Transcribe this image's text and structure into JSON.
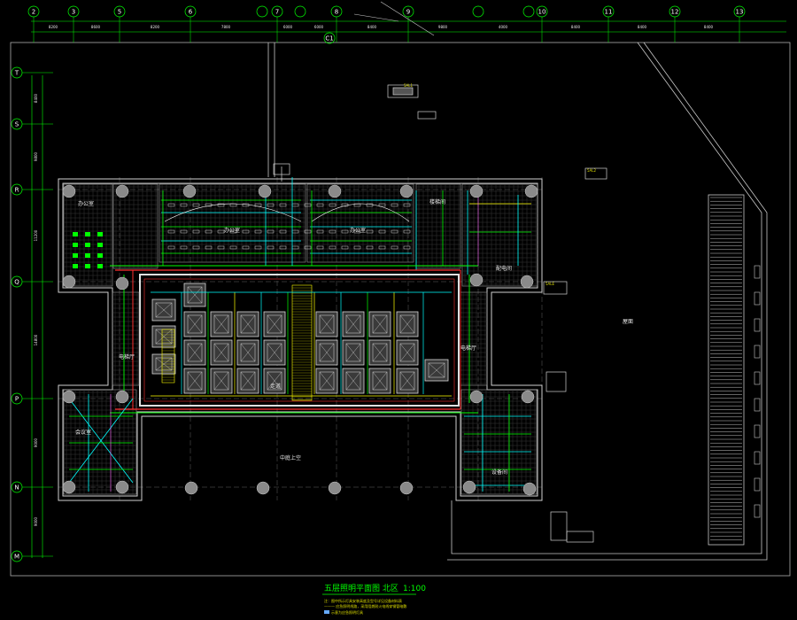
{
  "drawing": {
    "title": "五层照明平面图 北区",
    "scale": "1:100",
    "background": "#000000",
    "line_color": "#c8c8c8",
    "circuit_colors": [
      "#00ff00",
      "#00ffff",
      "#ffff00",
      "#ff3030",
      "#ff66ff",
      "#ffffff"
    ]
  },
  "grid_axes": {
    "columns": [
      "2",
      "3",
      "5",
      "6",
      "7",
      "8",
      "9",
      "C1",
      "10",
      "11",
      "12",
      "13"
    ],
    "rows": [
      "T",
      "S",
      "R",
      "Q",
      "P",
      "N",
      "M"
    ],
    "column_dimensions": [
      "8200",
      "8600",
      "8200",
      "7800",
      "6000",
      "6000",
      "8400",
      "9800",
      "4000",
      "8400",
      "8400",
      "8400"
    ],
    "row_dimensions": [
      "8400",
      "9800",
      "11200",
      "14800",
      "9000",
      "9000"
    ]
  },
  "rooms": {
    "atrium": "中庭上空",
    "roof": "屋面",
    "elevator_hall_west": "电梯厅",
    "elevator_hall_east": "电梯厅",
    "electrical_room": "配电间",
    "corridor": "走道",
    "office_a": "办公室",
    "office_b": "办公室",
    "office_c": "办公室",
    "stair": "楼梯间",
    "meeting": "会议室",
    "equipment": "设备间"
  },
  "notes": [
    "注：图中所示灯具安装高度及型号详见设备材料表",
    "——— 应急照明线路，采用阻燃耐火电线穿钢管暗敷",
    "   示意为应急照明灯具"
  ],
  "annotations": {
    "panel_a": "5AL1",
    "panel_b": "5AL2",
    "panel_c": "5ALE"
  }
}
